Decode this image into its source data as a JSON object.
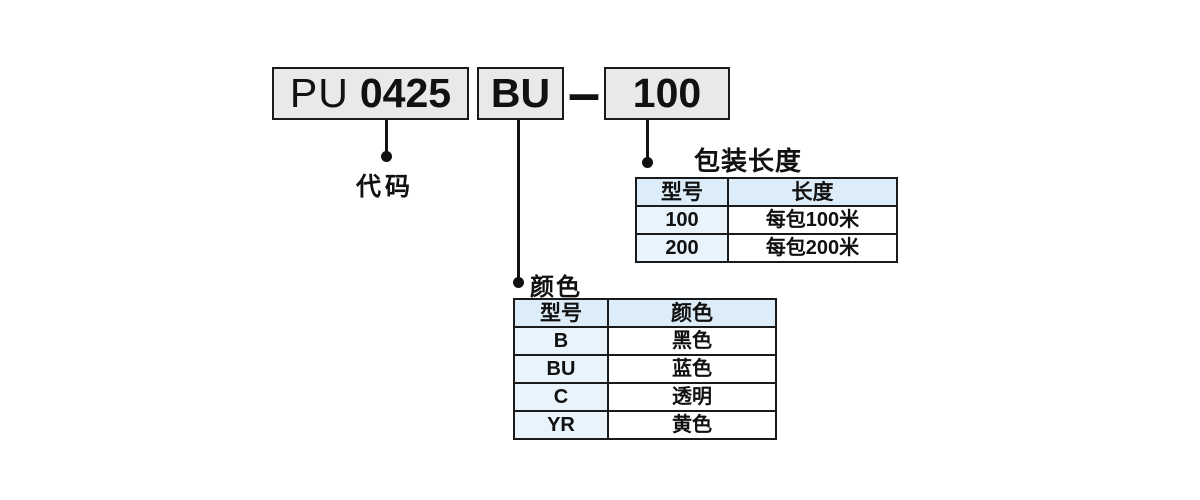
{
  "code_boxes": {
    "model": {
      "prefix": "PU",
      "value": "0425"
    },
    "color": {
      "value": "BU"
    },
    "length": {
      "value": "100"
    }
  },
  "separator": "–",
  "callouts": {
    "code_label": "代码",
    "color_label": "颜色",
    "packaging_label": "包装长度"
  },
  "packaging_table": {
    "headers": [
      "型号",
      "长度"
    ],
    "rows": [
      [
        "100",
        "每包100米"
      ],
      [
        "200",
        "每包200米"
      ]
    ]
  },
  "color_table": {
    "headers": [
      "型号",
      "颜色"
    ],
    "rows": [
      [
        "B",
        "黑色"
      ],
      [
        "BU",
        "蓝色"
      ],
      [
        "C",
        "透明"
      ],
      [
        "YR",
        "黄色"
      ]
    ]
  },
  "colors": {
    "box_fill": "#e9e9e9",
    "box_border": "#1a1a1a",
    "table_header_bg": "#dcecf8",
    "table_col1_bg": "#e8f3fb",
    "table_border": "#1a1a1a",
    "line_color": "#111111",
    "text_color": "#111111"
  }
}
